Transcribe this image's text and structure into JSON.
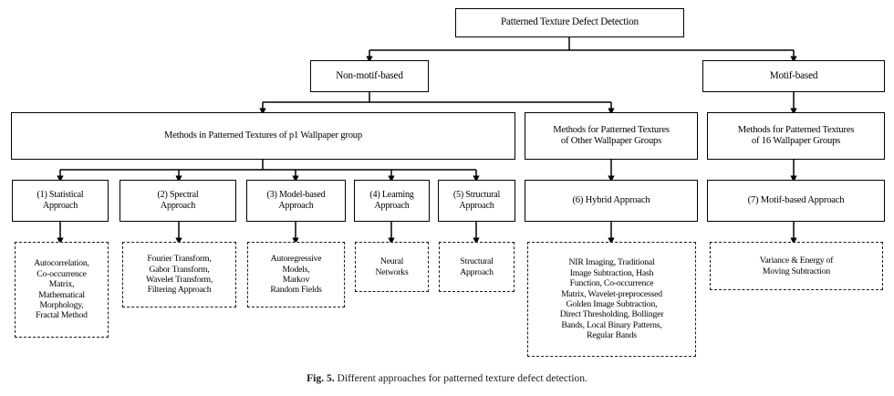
{
  "figure": {
    "caption_label": "Fig. 5.",
    "caption_text": " Different approaches for patterned texture defect detection."
  },
  "diagram": {
    "type": "tree-hierarchy",
    "root": {
      "id": "root",
      "label": "Patterned Texture Defect Detection"
    },
    "level2": [
      {
        "id": "non-motif-based",
        "label": "Non-motif-based"
      },
      {
        "id": "motif-based",
        "label": "Motif-based"
      }
    ],
    "level3": [
      {
        "id": "p1-wallpaper-group",
        "label": "Methods in Patterned Textures of p1 Wallpaper group"
      },
      {
        "id": "other-wallpaper-groups",
        "label": "Methods for Patterned Textures\nof Other Wallpaper Groups"
      },
      {
        "id": "16-wallpaper-groups",
        "label": "Methods for Patterned Textures\nof 16 Wallpaper Groups"
      }
    ],
    "approaches": [
      {
        "id": "statistical-approach",
        "number": "(1)",
        "label": "(1) Statistical\nApproach"
      },
      {
        "id": "spectral-approach",
        "number": "(2)",
        "label": "(2) Spectral\nApproach"
      },
      {
        "id": "model-based-approach",
        "number": "(3)",
        "label": "(3) Model-based\nApproach"
      },
      {
        "id": "learning-approach",
        "number": "(4)",
        "label": "(4) Learning\nApproach"
      },
      {
        "id": "structural-approach",
        "number": "(5)",
        "label": "(5) Structural\nApproach"
      },
      {
        "id": "hybrid-approach",
        "number": "(6)",
        "label": "(6) Hybrid Approach"
      },
      {
        "id": "motif-based-approach",
        "number": "(7)",
        "label": "(7) Motif-based Approach"
      }
    ],
    "methods": [
      {
        "id": "statistical-methods",
        "parent": "statistical-approach",
        "label": "Autocorrelation,\nCo-occurrence\nMatrix,\nMathematical\nMorphology,\nFractal Method"
      },
      {
        "id": "spectral-methods",
        "parent": "spectral-approach",
        "label": "Fourier Transform,\nGabor Transform,\nWavelet Transform,\nFiltering Approach"
      },
      {
        "id": "model-based-methods",
        "parent": "model-based-approach",
        "label": "Autoregressive\nModels,\nMarkov\nRandom Fields"
      },
      {
        "id": "learning-methods",
        "parent": "learning-approach",
        "label": "Neural\nNetworks"
      },
      {
        "id": "structural-methods",
        "parent": "structural-approach",
        "label": "Structural\nApproach"
      },
      {
        "id": "hybrid-methods",
        "parent": "hybrid-approach",
        "label": "NIR Imaging, Traditional\nImage Subtraction, Hash\nFunction, Co-occurrence\nMatrix, Wavelet-preprocessed\nGolden Image Subtraction,\nDirect Thresholding, Bollinger\nBands, Local Binary Patterns,\nRegular Bands"
      },
      {
        "id": "motif-based-methods",
        "parent": "motif-based-approach",
        "label": "Variance & Energy of\nMoving Subtraction"
      }
    ],
    "colors": {
      "line": "#000000",
      "box_border": "#000000",
      "dashed_border": "#1a1a1a",
      "background": "#ffffff",
      "text": "#000000",
      "caption_text": "#1b1b1b"
    }
  }
}
